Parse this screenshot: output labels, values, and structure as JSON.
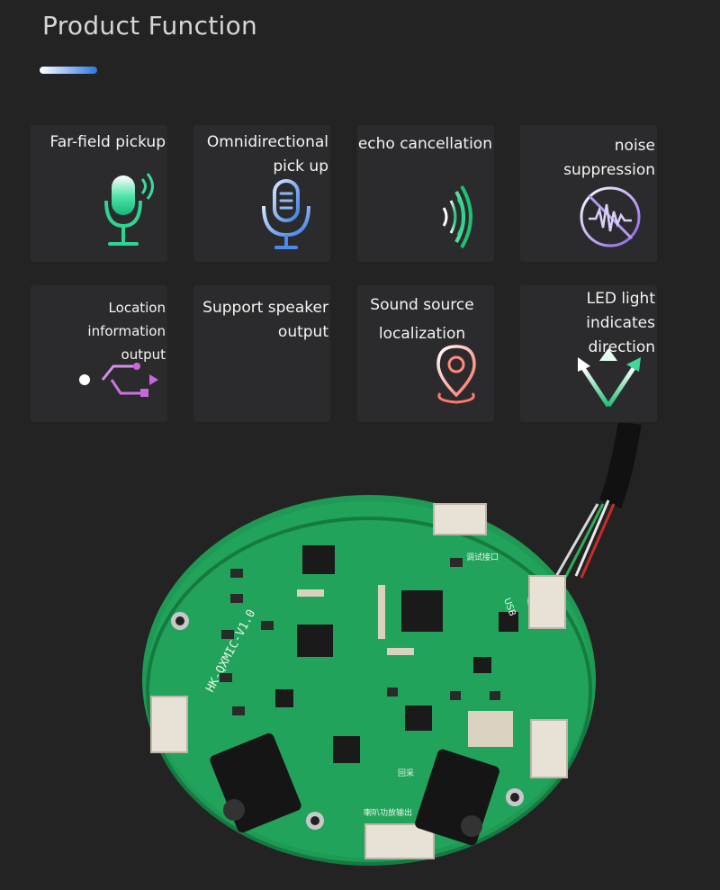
{
  "page": {
    "title": "Product Function"
  },
  "features": [
    {
      "label": "Far-field pickup",
      "icon": "microphone-wave-icon"
    },
    {
      "label": "Omnidirectional\npick up",
      "icon": "microphone-icon"
    },
    {
      "label": "echo cancellation",
      "icon": "echo-waves-icon"
    },
    {
      "label": "noise suppression",
      "icon": "noise-suppression-icon"
    },
    {
      "label": "Location information\noutput",
      "icon": "usb-icon"
    },
    {
      "label": "Support speaker\noutput",
      "icon": "sound-wave-icon"
    },
    {
      "label": "Sound source\nlocalization",
      "icon": "location-pin-icon"
    },
    {
      "label": "LED light indicates\ndirection",
      "icon": "direction-arrows-icon"
    }
  ],
  "pcb": {
    "silkscreen_model": "HK-QXMIC-V1.0",
    "silkscreen_debug": "调试接口",
    "silkscreen_speaker": "喇叭功放输出",
    "silkscreen_usb": "USB",
    "silkscreen_echo": "回采",
    "colors": {
      "board": "#1f9a55",
      "background": "#232324"
    }
  }
}
